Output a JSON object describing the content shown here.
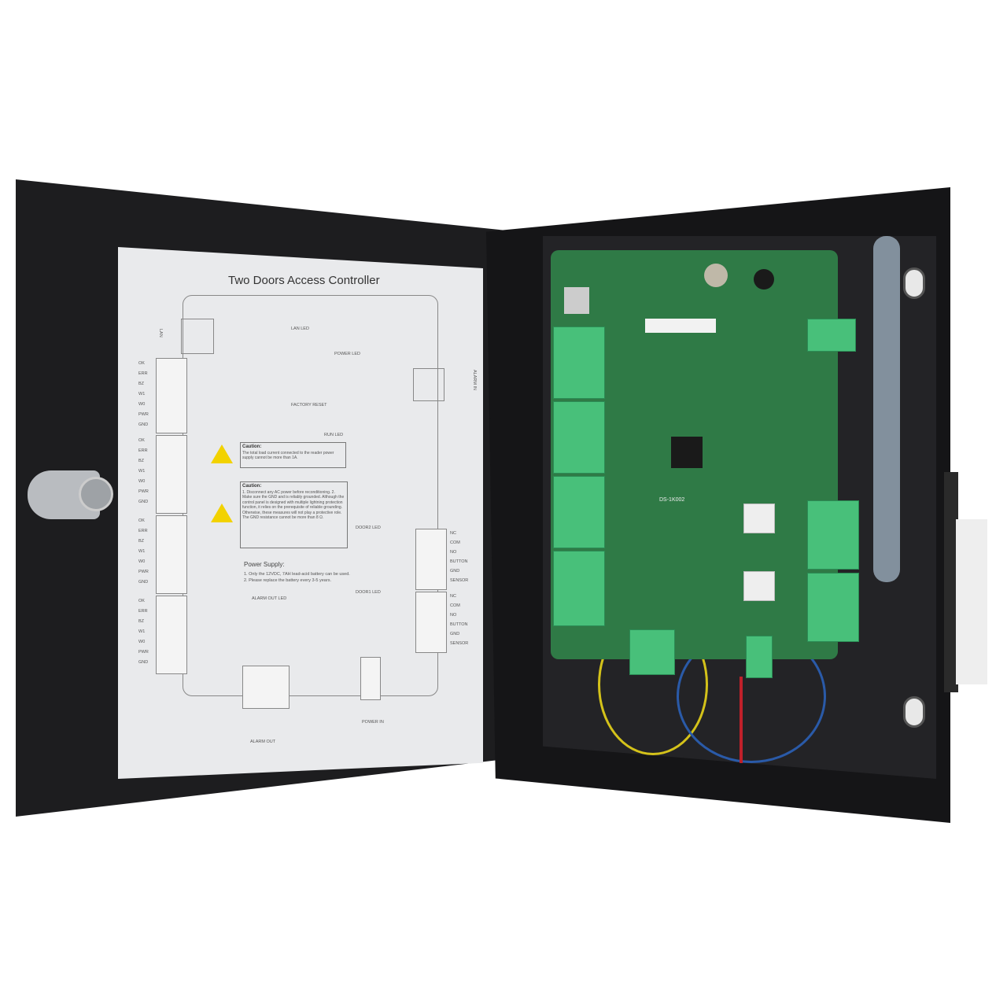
{
  "label": {
    "title": "Two Doors Access Controller",
    "lan_led": "LAN LED",
    "power_led": "POWER LED",
    "factory_reset": "FACTORY RESET",
    "run_led": "RUN LED",
    "caution1_title": "Caution:",
    "caution1_text": "The total load current connected to the reader power supply cannot be more than 1A.",
    "caution2_title": "Caution:",
    "caution2_text": "1. Disconnect any AC power before reconditioning. 2. Make sure the GND and is reliably grounded. Although the control panel is designed with multiple lightning protection function, it relies on the prerequisite of reliable grounding. Otherwise, these measures will not play a protective role. The GND resistance cannot be more than 8 Ω.",
    "door2_led": "DOOR2 LED",
    "door1_led": "DOOR1 LED",
    "power_supply_title": "Power Supply:",
    "power_supply_1": "1. Only the 12VDC, 7AH lead-acid battery can be used.",
    "power_supply_2": "2. Please replace the battery every 3-5 years.",
    "alarm_out_led": "ALARM OUT LED",
    "alarm_out": "ALARM OUT",
    "power_in": "POWER IN",
    "lan": "LAN",
    "alarm_in": "ALARM IN",
    "reader_pins": [
      "OK",
      "ERR",
      "BZ",
      "W1",
      "W0",
      "PWR",
      "GND"
    ],
    "door_pins": [
      "NC",
      "COM",
      "NO",
      "BUTTON",
      "GND",
      "SENSOR"
    ]
  },
  "pcb": {
    "model": "DS-1K002"
  },
  "colors": {
    "enclosure": "#1d1d1f",
    "sheet": "#e9eaec",
    "pcb": "#2f7a46",
    "terminal": "#48c07a",
    "warning": "#f2d200"
  }
}
